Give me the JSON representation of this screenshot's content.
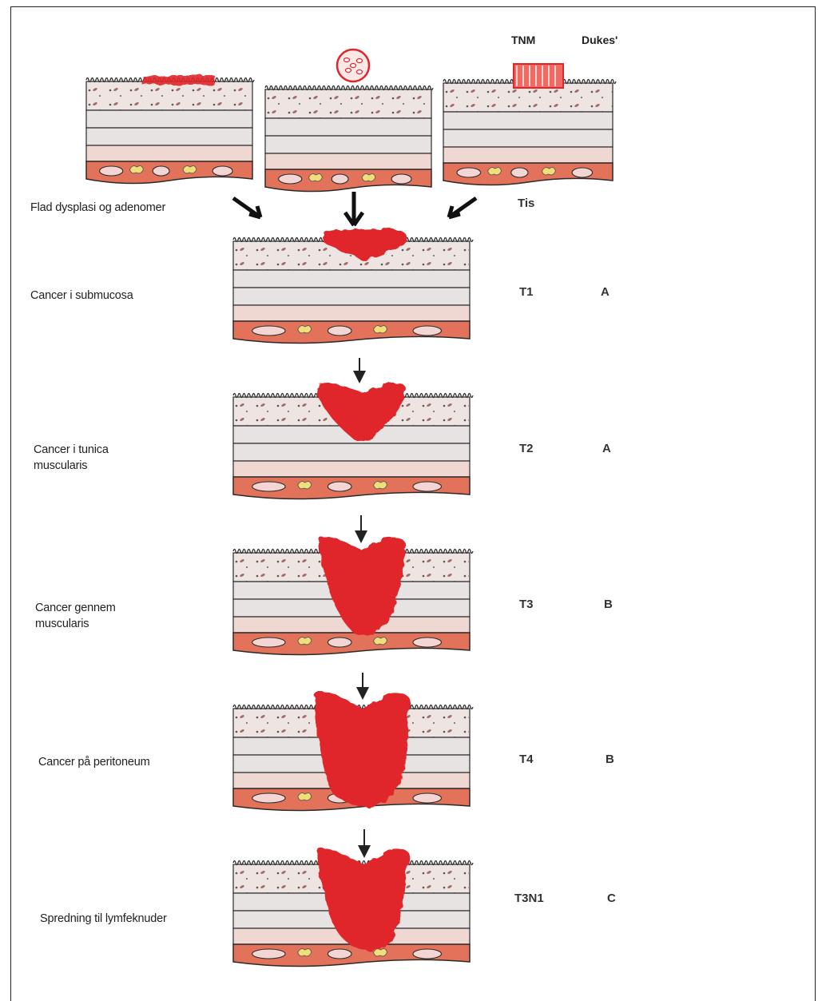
{
  "headers": {
    "tnm": "TNM",
    "dukes": "Dukes'"
  },
  "top_row": {
    "label": "Flad dysplasi og adenomer",
    "tnm": "Tis"
  },
  "stages": [
    {
      "label": "Cancer i submucosa",
      "tnm": "T1",
      "dukes": "A"
    },
    {
      "label": "Cancer i tunica\nmuscularis",
      "tnm": "T2",
      "dukes": "A"
    },
    {
      "label": "Cancer gennem\nmuscularis",
      "tnm": "T3",
      "dukes": "B"
    },
    {
      "label": "Cancer på peritoneum",
      "tnm": "T4",
      "dukes": "B"
    },
    {
      "label": "Spredning til lymfeknuder",
      "tnm": "T3N1",
      "dukes": "C"
    }
  ],
  "colors": {
    "tumor": "#e0252b",
    "submucosa": "#eee4e2",
    "muscle_light": "#e8e3e3",
    "muscle_mid": "#f0d8d2",
    "serosa": "#e2735a",
    "outline": "#2a2a2a"
  }
}
